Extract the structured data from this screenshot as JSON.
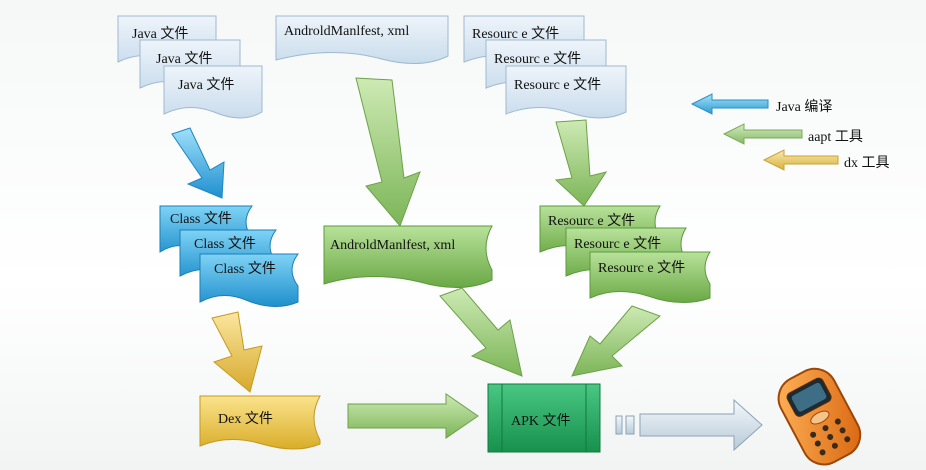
{
  "java_files": [
    "Java 文件",
    "Java 文件",
    "Java 文件"
  ],
  "manifest_source": "AndroldManlfest, xml",
  "resource_files": [
    "Resourc e 文件",
    "Resourc e 文件",
    "Resourc e 文件"
  ],
  "class_files": [
    "Class 文件",
    "Class 文件",
    "Class 文件"
  ],
  "manifest_compiled": "AndroldManlfest, xml",
  "resource_compiled": [
    "Resourc e 文件",
    "Resourc e 文件",
    "Resourc e 文件"
  ],
  "dex_file": "Dex 文件",
  "apk_file": "APK 文件",
  "legend": [
    {
      "label": "Java 编译",
      "color": "#3aa6d6"
    },
    {
      "label": "aapt 工具",
      "color": "#8dbf6a"
    },
    {
      "label": "dx 工具",
      "color": "#d9b83a"
    }
  ],
  "phone_icon": "mobile-phone-icon"
}
